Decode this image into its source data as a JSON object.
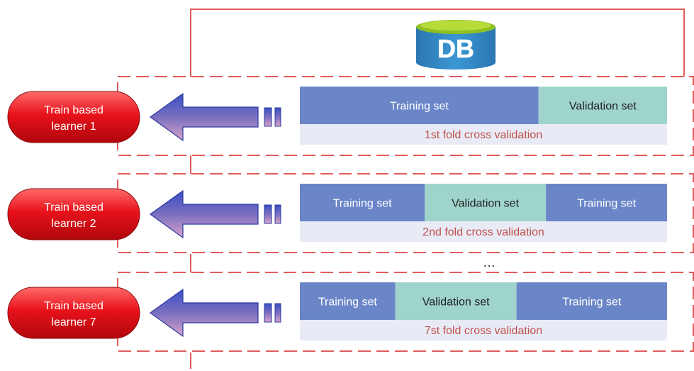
{
  "database": {
    "label": "DB"
  },
  "ellipsis": "…",
  "folds": [
    {
      "learner": [
        "Train based",
        "learner 1"
      ],
      "caption": "1st fold cross validation",
      "segments": [
        {
          "label": "Training set",
          "kind": "train",
          "fraction": 0.65
        },
        {
          "label": "Validation set",
          "kind": "valid",
          "fraction": 0.35
        }
      ]
    },
    {
      "learner": [
        "Train based",
        "learner 2"
      ],
      "caption": "2nd fold cross validation",
      "segments": [
        {
          "label": "Training set",
          "kind": "train",
          "fraction": 0.34
        },
        {
          "label": "Validation set",
          "kind": "valid",
          "fraction": 0.33
        },
        {
          "label": "Training set",
          "kind": "train",
          "fraction": 0.33
        }
      ]
    },
    {
      "learner": [
        "Train based",
        "learner 7"
      ],
      "caption": "7st fold cross validation",
      "segments": [
        {
          "label": "Training set",
          "kind": "train",
          "fraction": 0.26
        },
        {
          "label": "Validation set",
          "kind": "valid",
          "fraction": 0.33
        },
        {
          "label": "Training set",
          "kind": "train",
          "fraction": 0.41
        }
      ]
    }
  ],
  "colors": {
    "dashed_line": "#e05c5c",
    "learner_fill": "#e8121b",
    "train_fill": "#6b86c8",
    "valid_fill": "#9fd4cc",
    "caption_fill": "#e8ebf5",
    "caption_text": "#c0504d",
    "db_top": "#a6d12a",
    "db_body": "#2f86c2"
  }
}
